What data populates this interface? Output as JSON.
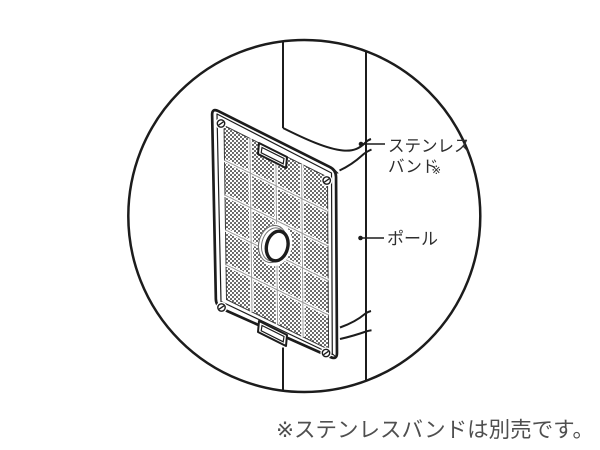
{
  "figure": {
    "callouts": {
      "stainless_band": {
        "line1": "ステンレス",
        "line2": "バンド",
        "ref_mark": "※"
      },
      "pole": {
        "label": "ポール"
      }
    },
    "footnote": "※ステンレスバンドは別売です。"
  },
  "colors": {
    "background": "#ffffff",
    "line": "#1c1c1c",
    "label_text": "#2e2e2e",
    "footnote_text": "#4f4f4f",
    "texture_dot": "#4e4e4e",
    "grid_line": "#9a9a9a",
    "hole_step": "#6e6e6e"
  }
}
